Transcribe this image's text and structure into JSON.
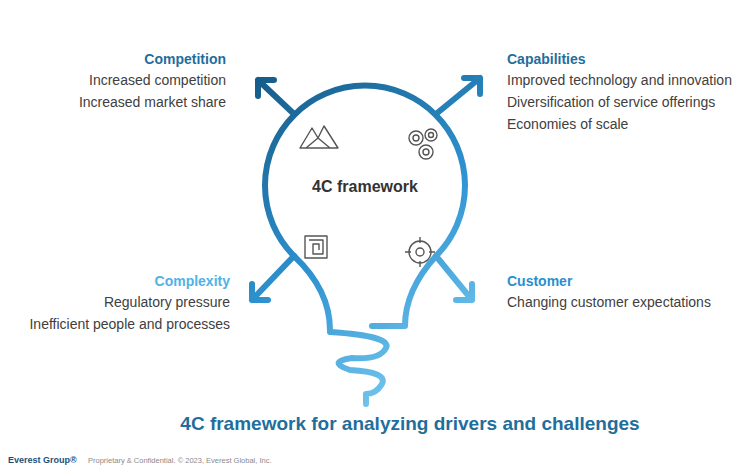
{
  "diagram": {
    "title": "4C framework for analyzing drivers and challenges",
    "nodes": [
      {
        "text": [
          "4C framework"
        ]
      }
    ],
    "labels": [
      "Competition",
      "Increased competition",
      "Increased market share",
      "Capabilities",
      "Improved technology and innovation",
      "Diversification of service offerings",
      "Economies of scale",
      "Complexity",
      "Regulatory pressure",
      "Inefficient people and processes",
      "Customer",
      "Changing customer expectations",
      "Everest Group®",
      "Proprietary & Confidential. © 2023, Everest Global, Inc."
    ]
  }
}
